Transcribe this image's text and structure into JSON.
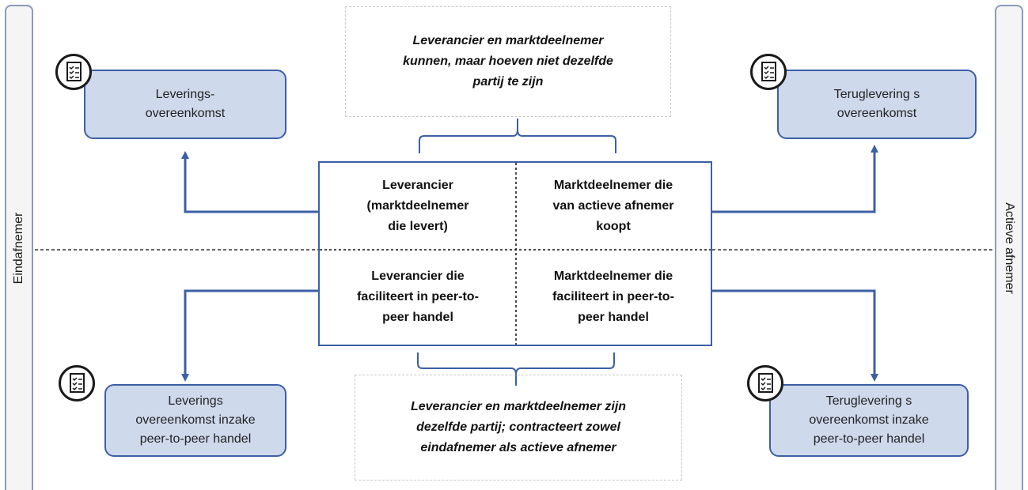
{
  "left_role": "Eindafnemer",
  "right_role": "Actieve afnemer",
  "top_note": [
    "Leverancier en marktdeelnemer",
    "kunnen, maar hoeven niet dezelfde",
    "partij te zijn"
  ],
  "bottom_note": [
    "Leverancier en marktdeelnemer zijn",
    "dezelfde partij; contracteert zowel",
    "eindafnemer als actieve afnemer"
  ],
  "contracts": {
    "top_left": [
      "Leverings-",
      "overeenkomst"
    ],
    "top_right": [
      "Teruglevering s",
      "overeenkomst"
    ],
    "bottom_left": [
      "Leverings",
      "overeenkomst inzake",
      "peer-to-peer handel"
    ],
    "bottom_right": [
      "Teruglevering s",
      "overeenkomst inzake",
      "peer-to-peer handel"
    ]
  },
  "cells": {
    "top_left": [
      "Leverancier",
      "(marktdeelnemer",
      "die levert)"
    ],
    "top_right": [
      "Marktdeelnemer die",
      "van actieve afnemer",
      "koopt"
    ],
    "bottom_left": [
      "Leverancier die",
      "faciliteert in peer-to-",
      "peer handel"
    ],
    "bottom_right": [
      "Marktdeelnemer die",
      "faciliteert in peer-to-",
      "peer handel"
    ]
  },
  "icons": {
    "contract_icon": "document-checklist-icon"
  },
  "colors": {
    "box_fill": "#cfd9ec",
    "line": "#3c5fa6"
  }
}
